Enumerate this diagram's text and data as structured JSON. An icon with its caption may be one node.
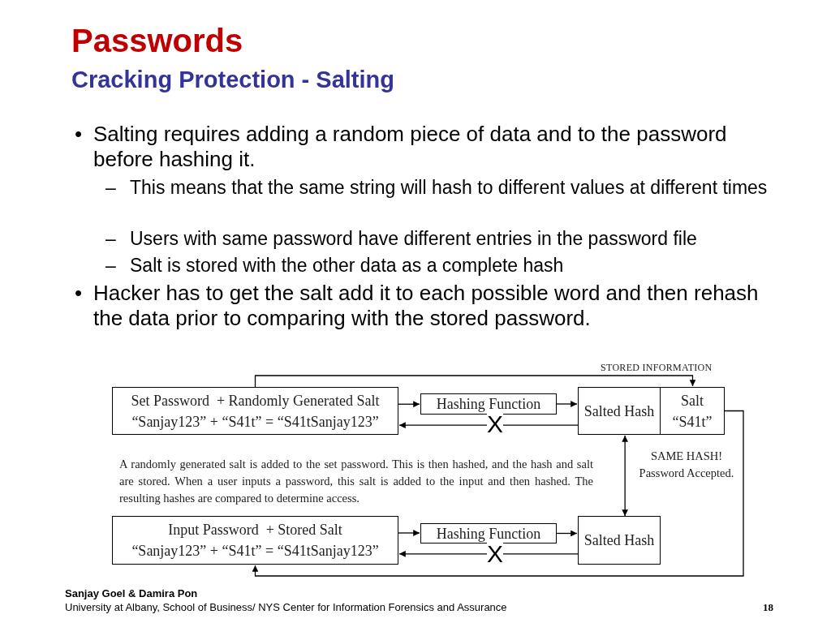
{
  "diagram": {
    "title": "Passwords",
    "nodes": [
      {
        "text": [
          "Set Password  + Randomly Generated Salt",
          "“Sanjay123” + “S41t” = “S41tSanjay123”"
        ]
      },
      {
        "text": [
          "Hashing Function"
        ]
      },
      {
        "text": [
          "Salted Hash"
        ]
      },
      {
        "text": [
          "Salt",
          "“S41t”"
        ]
      },
      {
        "text": [
          "Input Password  + Stored Salt",
          "“Sanjay123” + “S41t” = “S41tSanjay123”"
        ]
      },
      {
        "text": [
          "Hashing Function"
        ]
      },
      {
        "text": [
          "Salted Hash"
        ]
      }
    ],
    "edges": [
      {
        "from": 0,
        "to": 1,
        "arrow": "to"
      },
      {
        "from": 1,
        "to": 2,
        "arrow": "to"
      },
      {
        "from": 2,
        "to": 0,
        "arrow": "to",
        "label": "X"
      },
      {
        "from": 0,
        "to": 3,
        "arrow": "to"
      },
      {
        "from": 6,
        "to": 2,
        "arrow": "both",
        "label": "SAME HASH! Password Accepted."
      },
      {
        "from": 4,
        "to": 5,
        "arrow": "to"
      },
      {
        "from": 5,
        "to": 6,
        "arrow": "to"
      },
      {
        "from": 6,
        "to": 4,
        "arrow": "to",
        "label": "X"
      },
      {
        "from": 3,
        "to": 4,
        "arrow": "to"
      }
    ],
    "labels": [
      "Cracking Protection - Salting",
      "•",
      "Salting requires adding a random piece of data and to the password before hashing it.",
      "–",
      "This means that the same string will hash to different values at different times",
      "–",
      "Users with same password have different entries in the password file",
      "–",
      "Salt is stored with the other data as a complete hash",
      "•",
      "Hacker has to get the salt add it to each possible word and then rehash the data prior to comparing with the stored password.",
      "STORED INFORMATION",
      "A randomly generated salt is added to the set password. This is then hashed, and the hash and salt are stored. When a user inputs a password, this salt is added to the input and then hashed. The resulting hashes are compared to determine access.",
      "Sanjay Goel & Damira Pon",
      "University at Albany, School of Business/ NYS Center for Information Forensics and Assurance",
      "18"
    ]
  }
}
